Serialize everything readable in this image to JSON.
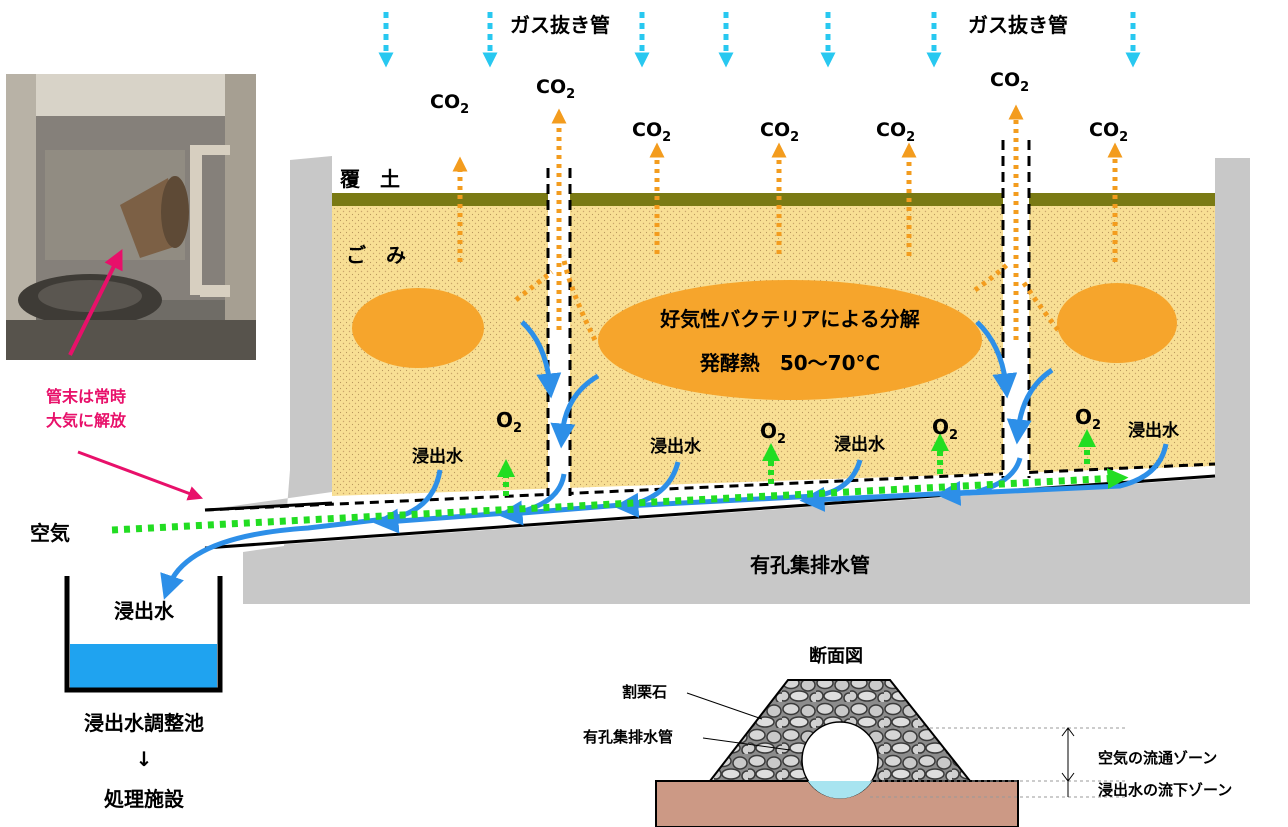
{
  "labels": {
    "gas_vent_left": "ガス抜き管",
    "gas_vent_right": "ガス抜き管",
    "co2": "CO",
    "co2_sub": "2",
    "o2": "O",
    "o2_sub": "2",
    "cover_soil": "覆　土",
    "garbage": "ご　み",
    "aerobic": "好気性バクテリアによる分解",
    "heat": "発酵熱　50～70°C",
    "leachate": "浸出水",
    "air": "空気",
    "pipe_end_line1": "管末は常時",
    "pipe_end_line2": "大気に解放",
    "perforated_pipe": "有孔集排水管",
    "tank_leachate": "浸出水",
    "tank_name": "浸出水調整池",
    "arrow_down": "↓",
    "treatment": "処理施設"
  },
  "cross_section": {
    "title": "断面図",
    "crushed_stone": "割栗石",
    "pipe": "有孔集排水管",
    "air_zone": "空気の流通ゾーン",
    "leachate_zone": "浸出水の流下ゾーン"
  },
  "colors": {
    "ground_gray": "#c8c8c8",
    "garbage_fill": "#f8df94",
    "cover_soil": "#7a7a14",
    "heat_zone": "#f6a52c",
    "co2_arrow": "#f39c1e",
    "rain_arrow": "#28c8f0",
    "water_arrow": "#2d8fe8",
    "oxygen": "#22dd22",
    "magenta": "#e8106a",
    "tank_water": "#1fa3f0",
    "earth": "#cc9985"
  }
}
